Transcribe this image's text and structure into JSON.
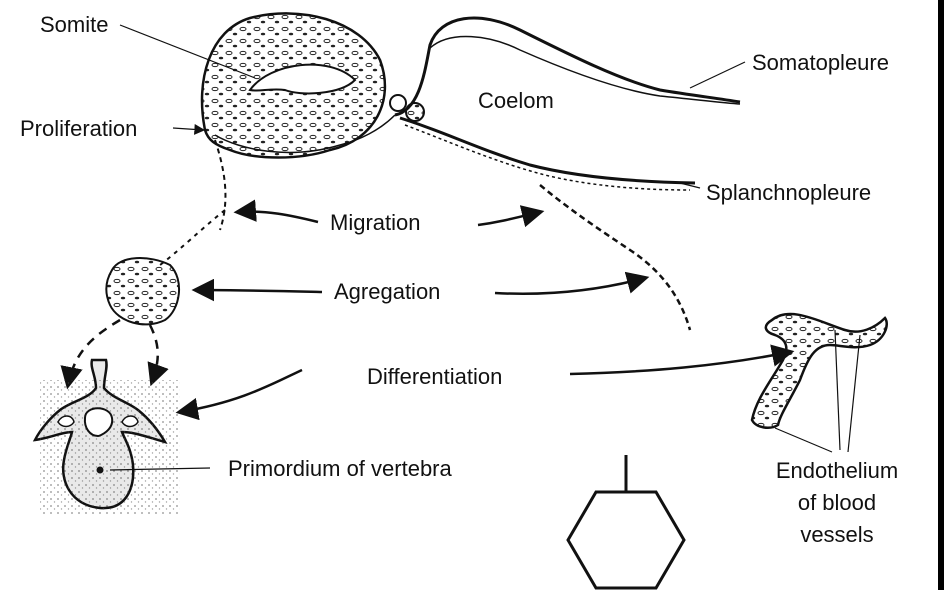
{
  "labels": {
    "somite": "Somite",
    "proliferation": "Proliferation",
    "coelom": "Coelom",
    "somatopleure": "Somatopleure",
    "splanchnopleure": "Splanchnopleure",
    "migration": "Migration",
    "agregation": "Agregation",
    "differentiation": "Differentiation",
    "primordium": "Primordium of vertebra",
    "endothelium_1": "Endothelium",
    "endothelium_2": "of blood",
    "endothelium_3": "vessels"
  },
  "colors": {
    "ink": "#111111",
    "stipple_fill": "#e6e6e6",
    "background": "#ffffff"
  }
}
